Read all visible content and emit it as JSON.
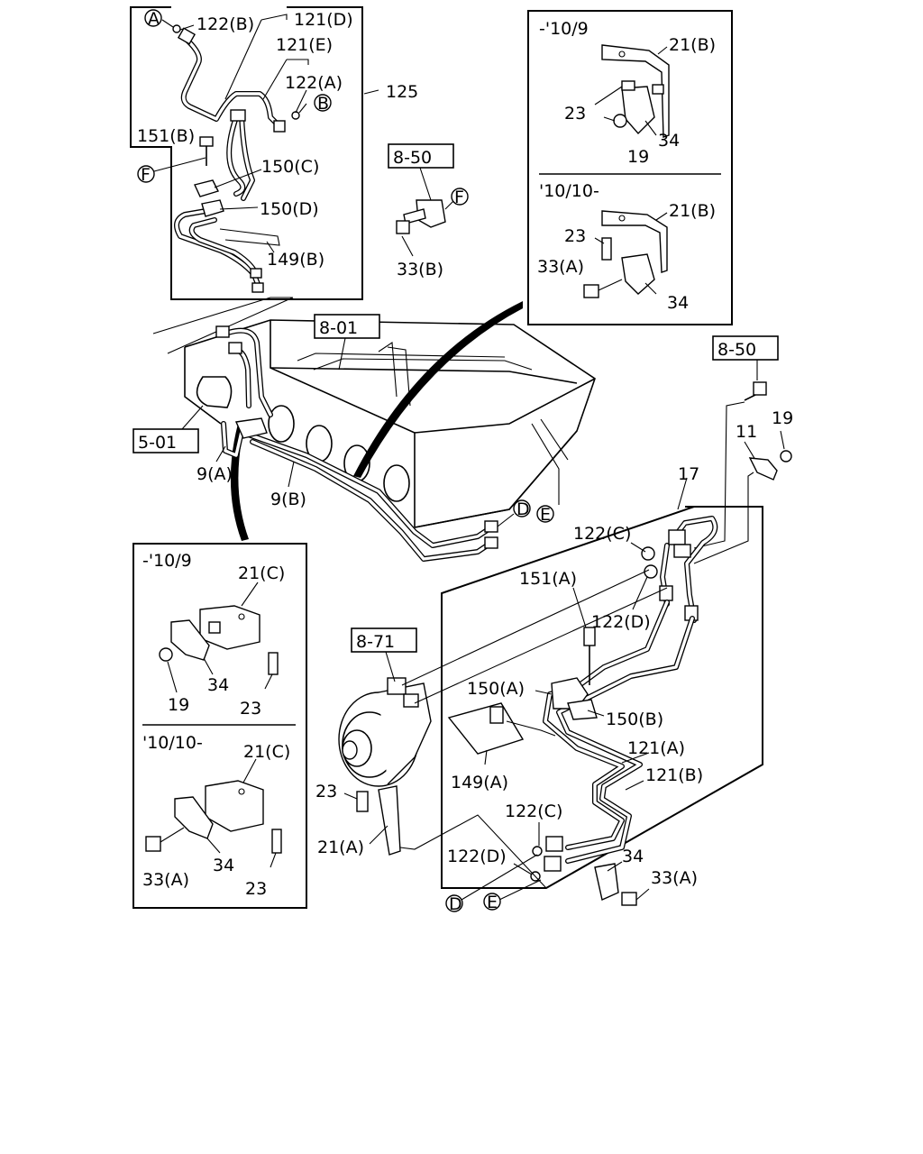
{
  "markers": {
    "A": "A",
    "B": "B",
    "D": "D",
    "E": "E",
    "F": "F"
  },
  "refs": {
    "r8_50_top": "8-50",
    "r8_50_right": "8-50",
    "r8_01": "8-01",
    "r5_01": "5-01",
    "r8_71": "8-71"
  },
  "inset_top_right": {
    "head_old": "-'10/9",
    "head_new": "'10/10-",
    "old": {
      "bracket": "21(B)",
      "bolt": "23",
      "nut": "19",
      "clip": "34"
    },
    "new": {
      "bracket": "21(B)",
      "bolt": "23",
      "bolt_a": "33(A)",
      "clip": "34"
    }
  },
  "inset_bottom_left": {
    "head_old": "-'10/9",
    "head_new": "'10/10-",
    "old": {
      "bracket": "21(C)",
      "nut": "19",
      "clip": "34",
      "bolt": "23"
    },
    "new": {
      "bracket": "21(C)",
      "bolt_a": "33(A)",
      "clip": "34",
      "bolt": "23"
    }
  },
  "inset_top_left": {
    "label_125": "125",
    "p122b": "122(B)",
    "p121d": "121(D)",
    "p121e": "121(E)",
    "p122a": "122(A)",
    "p151b": "151(B)",
    "p150c": "150(C)",
    "p150d": "150(D)",
    "p149b": "149(B)"
  },
  "labels": {
    "p33b": "33(B)",
    "p9a": "9(A)",
    "p9b": "9(B)",
    "p17": "17",
    "p11": "11",
    "p19": "19",
    "p122c_top": "122(C)",
    "p122d_top": "122(D)",
    "p151a": "151(A)",
    "p150a": "150(A)",
    "p150b": "150(B)",
    "p149a": "149(A)",
    "p121a": "121(A)",
    "p121b": "121(B)",
    "p23": "23",
    "p21a": "21(A)",
    "p122c_bot": "122(C)",
    "p122d_bot": "122(D)",
    "p34": "34",
    "p33a": "33(A)"
  }
}
